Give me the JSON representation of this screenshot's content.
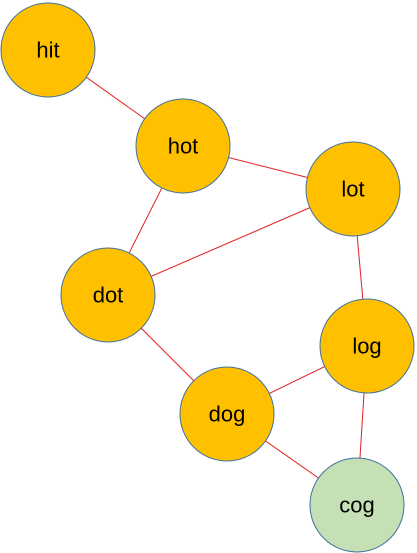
{
  "colors": {
    "node_fill": "#ffc000",
    "target_fill": "#c5e0b4",
    "node_stroke": "#41719c",
    "edge": "#e02020"
  },
  "nodes": [
    {
      "id": "hit",
      "label": "hit",
      "kind": "default"
    },
    {
      "id": "hot",
      "label": "hot",
      "kind": "default"
    },
    {
      "id": "lot",
      "label": "lot",
      "kind": "default"
    },
    {
      "id": "dot",
      "label": "dot",
      "kind": "default"
    },
    {
      "id": "log",
      "label": "log",
      "kind": "default"
    },
    {
      "id": "dog",
      "label": "dog",
      "kind": "default"
    },
    {
      "id": "cog",
      "label": "cog",
      "kind": "target"
    }
  ],
  "edges": [
    {
      "from": "hit",
      "to": "hot"
    },
    {
      "from": "hot",
      "to": "lot"
    },
    {
      "from": "hot",
      "to": "dot"
    },
    {
      "from": "lot",
      "to": "dot"
    },
    {
      "from": "lot",
      "to": "log"
    },
    {
      "from": "dot",
      "to": "dog"
    },
    {
      "from": "dog",
      "to": "log"
    },
    {
      "from": "dog",
      "to": "cog"
    },
    {
      "from": "log",
      "to": "cog"
    }
  ]
}
